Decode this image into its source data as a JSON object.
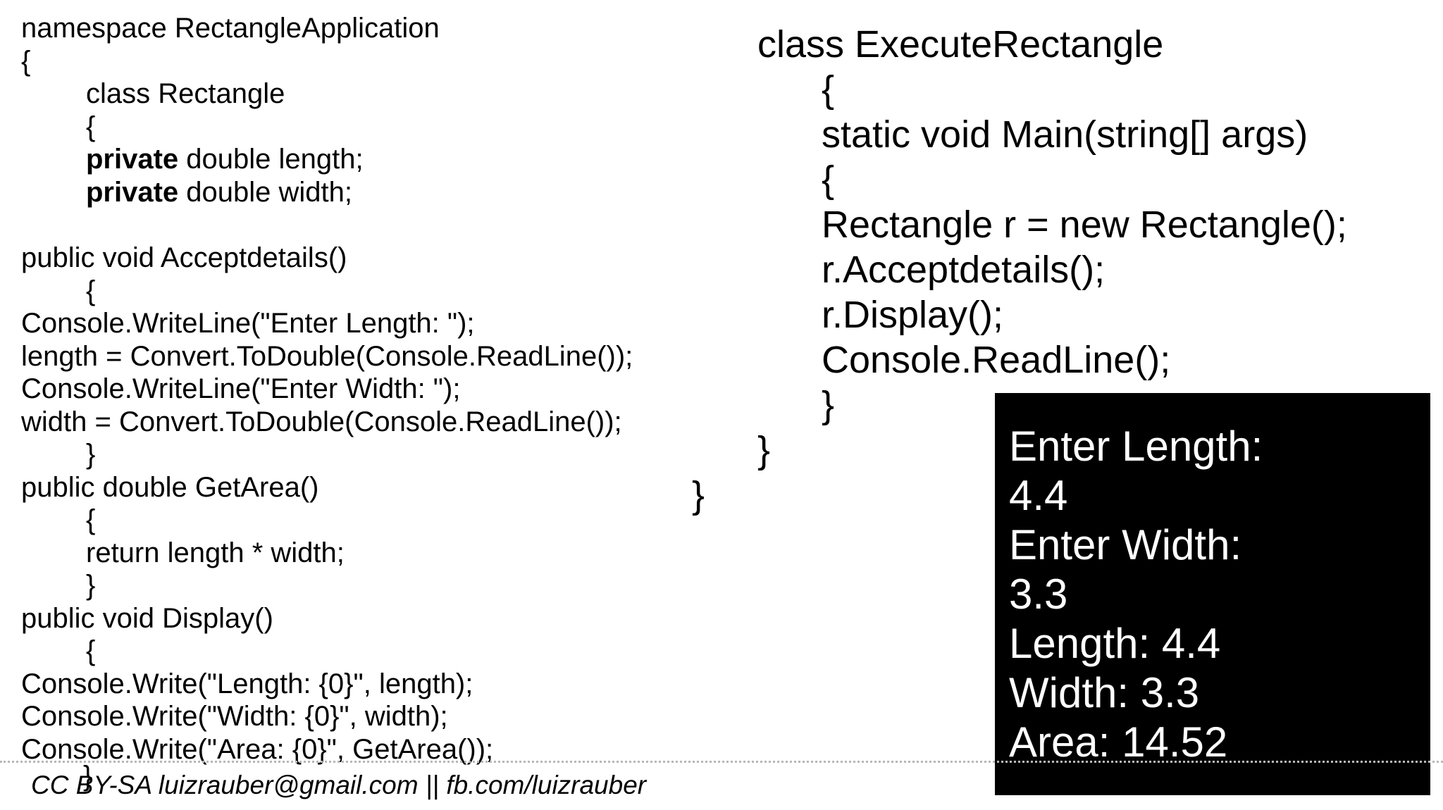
{
  "left_code": {
    "namespace": "namespace RectangleApplication",
    "ns_open": "{",
    "class_decl": "class Rectangle",
    "class_open": "{",
    "field_kw": "private",
    "field_length": " double length;",
    "field_width": " double width;",
    "accept_decl": "public void Acceptdetails()",
    "accept_open": "{",
    "accept_line1": "Console.WriteLine(\"Enter Length: \");",
    "accept_line2": "length = Convert.ToDouble(Console.ReadLine());",
    "accept_line3": "Console.WriteLine(\"Enter Width: \");",
    "accept_line4": "width = Convert.ToDouble(Console.ReadLine());",
    "accept_close": "}",
    "getarea_decl": "public double GetArea()",
    "getarea_open": "{",
    "getarea_return": "return length * width;",
    "getarea_close": "}",
    "display_decl": "public void Display()",
    "display_open": "{",
    "display_line1": "Console.Write(\"Length: {0}\", length);",
    "display_line2": "Console.Write(\"Width: {0}\", width);",
    "display_line3": "Console.Write(\"Area: {0}\", GetArea());",
    "display_close": "}"
  },
  "right_code": {
    "class_decl": "class ExecuteRectangle",
    "class_open": "{",
    "main_decl": "static void Main(string[] args)",
    "main_open": "{",
    "line1": "Rectangle r = new Rectangle();",
    "line2": "r.Acceptdetails();",
    "line3": "r.Display();",
    "line4": "Console.ReadLine();",
    "main_close": "}",
    "class_close": "}",
    "ns_close": "}"
  },
  "console_output": [
    "Enter Length:",
    "4.4",
    "Enter Width:",
    "3.3",
    "Length: 4.4",
    "Width: 3.3",
    "Area: 14.52"
  ],
  "footer": {
    "credit": "CC BY-SA luizrauber@gmail.com || fb.com/luizrauber"
  }
}
